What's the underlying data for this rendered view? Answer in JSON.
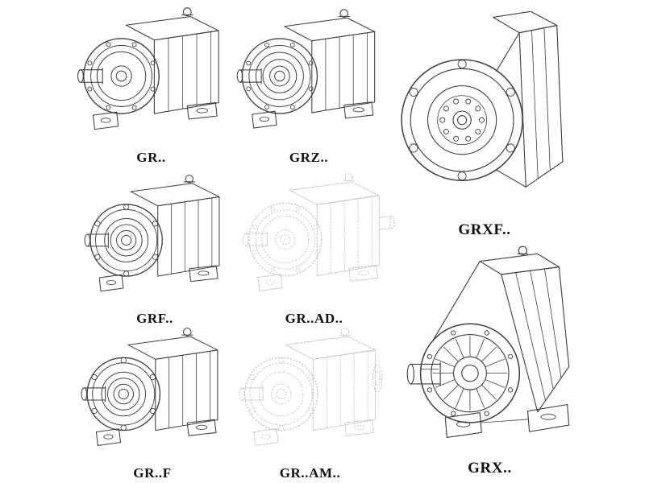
{
  "page": {
    "background": "#ffffff"
  },
  "colors": {
    "line": "#3f3f3f",
    "ghost": "#c6c6c6",
    "label": "#101010"
  },
  "figures": [
    {
      "id": "gr",
      "label": "GR..",
      "variant": "helical-foot",
      "style": "solid"
    },
    {
      "id": "grz",
      "label": "GRZ..",
      "variant": "helical-foot-rings",
      "style": "solid"
    },
    {
      "id": "grxf",
      "label": "GRXF..",
      "variant": "flange-front",
      "style": "solid"
    },
    {
      "id": "grf",
      "label": "GRF..",
      "variant": "foot-flange",
      "style": "solid"
    },
    {
      "id": "grad",
      "label": "GR..AD..",
      "variant": "helical-foot-adapter",
      "style": "ghost"
    },
    {
      "id": "grff",
      "label": "GR..F",
      "variant": "foot-flange",
      "style": "solid"
    },
    {
      "id": "gram",
      "label": "GR..AM..",
      "variant": "foot-flange-adapter",
      "style": "ghost"
    },
    {
      "id": "grx",
      "label": "GRX..",
      "variant": "foot-large",
      "style": "solid"
    }
  ]
}
